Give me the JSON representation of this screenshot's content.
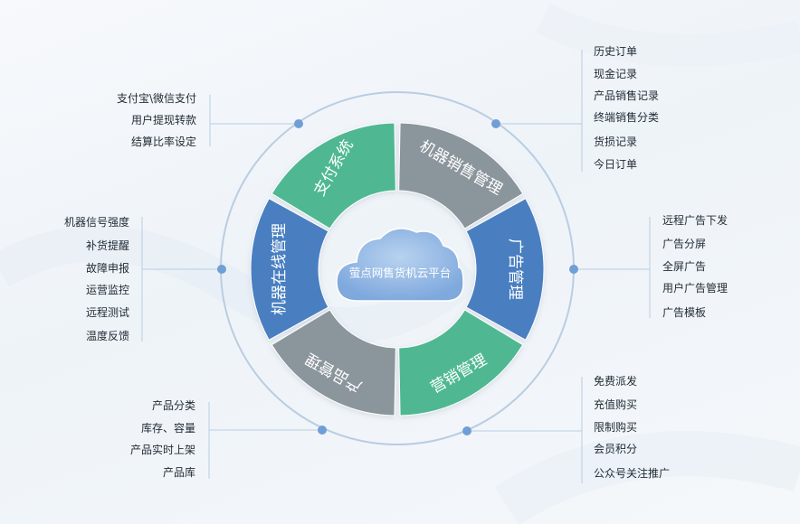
{
  "center": {
    "label": "萤点网售货机云平台"
  },
  "segments": [
    {
      "label": "支付系统",
      "color": "#4fb893"
    },
    {
      "label": "机器销售管理",
      "color": "#8b959c"
    },
    {
      "label": "广告管理",
      "color": "#4a7fc1"
    },
    {
      "label": "营销管理",
      "color": "#4fb893"
    },
    {
      "label": "产品管理",
      "color": "#8b959c"
    },
    {
      "label": "机器在线管理",
      "color": "#4a7fc1"
    }
  ],
  "lists": {
    "payment": {
      "items": [
        "支付宝\\微信支付",
        "用户提现转款",
        "结算比率设定"
      ]
    },
    "sales": {
      "items": [
        "历史订单",
        "现金记录",
        "产品销售记录",
        "终端销售分类",
        "货损记录",
        "今日订单"
      ]
    },
    "ads": {
      "items": [
        "远程广告下发",
        "广告分屏",
        "全屏广告",
        "用户广告管理",
        "广告模板"
      ]
    },
    "marketing": {
      "items": [
        "免费派发",
        "充值购买",
        "限制购买",
        "会员积分",
        "公众号关注推广"
      ]
    },
    "product": {
      "items": [
        "产品分类",
        "库存、容量",
        "产品实时上架",
        "产品库"
      ]
    },
    "online": {
      "items": [
        "机器信号强度",
        "补货提醒",
        "故障申报",
        "运营监控",
        "远程测试",
        "温度反馈"
      ]
    }
  },
  "colors": {
    "ring": "#b9cde3",
    "node": "#6f9fd6",
    "accent_green": "#4fb893",
    "accent_gray": "#8b959c",
    "accent_blue": "#4a7fc1"
  }
}
